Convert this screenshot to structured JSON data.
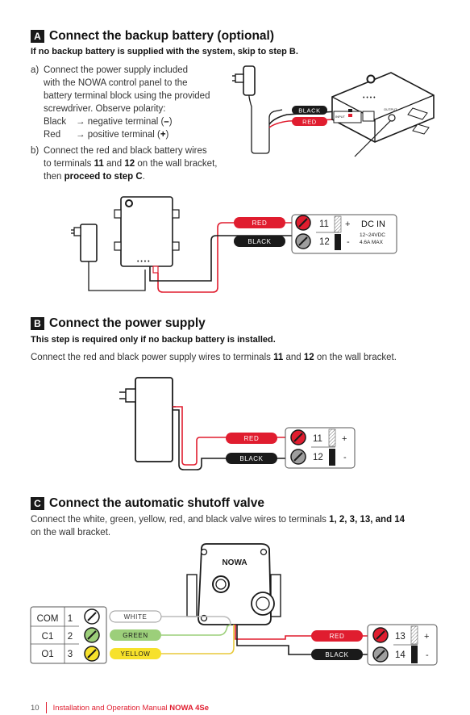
{
  "sectionA": {
    "letter": "A",
    "title": "Connect the backup battery (optional)",
    "subtitle": "If no backup battery is supplied with the system, skip to step B.",
    "a_prefix": "a)",
    "a_lines": [
      "Connect the power supply included",
      "with the NOWA control panel to the",
      "battery terminal block using the provided",
      "screwdriver. Observe polarity:"
    ],
    "black_label": "Black",
    "black_desc": "→  negative terminal (",
    "black_sign": "–",
    "red_label": "Red",
    "red_desc": "→  positive terminal (",
    "red_sign": "+",
    "close_paren": ")",
    "b_prefix": "b)",
    "b_line1_pre": "Connect the red and black battery wires",
    "b_line2_pre": "to terminals ",
    "b_line2_t11": "11",
    "b_line2_and": " and ",
    "b_line2_t12": "12",
    "b_line2_post": " on the wall bracket,",
    "b_line3_pre": "then ",
    "b_line3_bold": "proceed to step C",
    "b_line3_post": ".",
    "diagram1": {
      "black": "BLACK",
      "red": "RED",
      "input": "INPUT",
      "output": "OUTPUT"
    },
    "diagram2": {
      "red": "RED",
      "black": "BLACK",
      "t11": "11",
      "t12": "12",
      "plus": "+",
      "minus": "-",
      "dcin": "DC IN",
      "volts": "12~24VDC",
      "amps": "4.6A MAX"
    }
  },
  "sectionB": {
    "letter": "B",
    "title": "Connect the power supply",
    "subtitle": "This step is required only if no backup battery is installed.",
    "body_pre": "Connect the red and black power supply wires to terminals ",
    "t11": "11",
    "and": " and ",
    "t12": "12",
    "body_post": " on the wall bracket.",
    "diagram": {
      "red": "RED",
      "black": "BLACK",
      "t11": "11",
      "t12": "12",
      "plus": "+",
      "minus": "-"
    }
  },
  "sectionC": {
    "letter": "C",
    "title": "Connect the automatic shutoff valve",
    "body_pre": "Connect the white, green, yellow, red, and black valve wires to terminals ",
    "body_bold": "1, 2, 3, 13, and 14",
    "body_line2": "on the wall bracket.",
    "diagram": {
      "brand": "NOWA",
      "com": "COM",
      "c1": "C1",
      "o1": "O1",
      "t1": "1",
      "t2": "2",
      "t3": "3",
      "white": "WHITE",
      "green": "GREEN",
      "yellow": "YELLOW",
      "red": "RED",
      "black": "BLACK",
      "t13": "13",
      "t14": "14",
      "plus": "+",
      "minus": "-"
    }
  },
  "footer": {
    "page": "10",
    "manual": "Installation and Operation Manual ",
    "product": "NOWA 4Se"
  },
  "colors": {
    "red": "#e01d2f",
    "black": "#1a1a1a",
    "green": "#9ccf7a",
    "yellow": "#f7e12b"
  }
}
